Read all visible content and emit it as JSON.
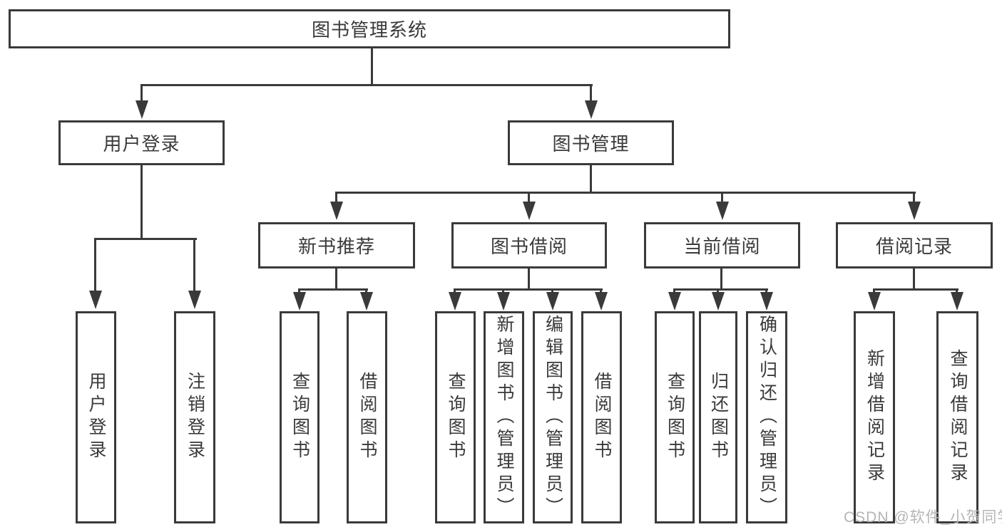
{
  "page": {
    "watermark": "CSDN @软件_小贺同学"
  },
  "colors": {
    "line": "#3a3a3a",
    "text": "#3a3a3a",
    "watermark": "#b5b5b5",
    "background": "#ffffff"
  },
  "diagram": {
    "type": "tree",
    "root": {
      "label": "图书管理系统"
    },
    "branches": [
      {
        "label": "用户登录",
        "children": [
          {
            "label": "用户登录"
          },
          {
            "label": "注销登录"
          }
        ]
      },
      {
        "label": "图书管理",
        "children": [
          {
            "label": "新书推荐",
            "children": [
              {
                "label": "查询图书"
              },
              {
                "label": "借阅图书"
              }
            ]
          },
          {
            "label": "图书借阅",
            "children": [
              {
                "label": "查询图书"
              },
              {
                "label": "新增图书（管理员）"
              },
              {
                "label": "编辑图书（管理员）"
              },
              {
                "label": "借阅图书"
              }
            ]
          },
          {
            "label": "当前借阅",
            "children": [
              {
                "label": "查询图书"
              },
              {
                "label": "归还图书"
              },
              {
                "label": "确认归还（管理员）"
              }
            ]
          },
          {
            "label": "借阅记录",
            "children": [
              {
                "label": "新增借阅记录"
              },
              {
                "label": "查询借阅记录"
              }
            ]
          }
        ]
      }
    ]
  }
}
